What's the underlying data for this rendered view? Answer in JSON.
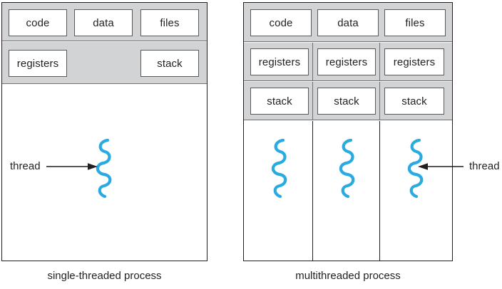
{
  "figure": {
    "colors": {
      "thread": "#29abe2",
      "band": "#d2d3d5",
      "border": "#231f20",
      "box_border": "#58595b",
      "background": "#ffffff"
    }
  },
  "single_threaded": {
    "caption": "single-threaded process",
    "shared_row": [
      {
        "label": "code"
      },
      {
        "label": "data"
      },
      {
        "label": "files"
      }
    ],
    "thread_row": [
      {
        "label": "registers"
      },
      {
        "label": "stack"
      }
    ],
    "threads": [
      {
        "name": "thread-squiggle-1"
      }
    ],
    "annotation": {
      "label": "thread",
      "direction": "right"
    }
  },
  "multithreaded": {
    "caption": "multithreaded process",
    "shared_row": [
      {
        "label": "code"
      },
      {
        "label": "data"
      },
      {
        "label": "files"
      }
    ],
    "registers_row": [
      {
        "label": "registers"
      },
      {
        "label": "registers"
      },
      {
        "label": "registers"
      }
    ],
    "stack_row": [
      {
        "label": "stack"
      },
      {
        "label": "stack"
      },
      {
        "label": "stack"
      }
    ],
    "threads": [
      {
        "name": "thread-squiggle-1"
      },
      {
        "name": "thread-squiggle-2"
      },
      {
        "name": "thread-squiggle-3"
      }
    ],
    "annotation": {
      "label": "thread",
      "direction": "left"
    }
  }
}
